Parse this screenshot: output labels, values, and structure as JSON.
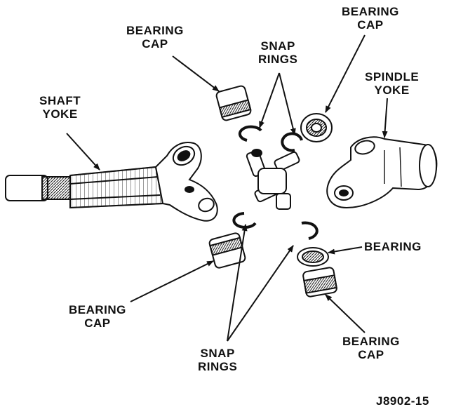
{
  "labels": {
    "bearing_cap_top_left": [
      "BEARING",
      "CAP"
    ],
    "bearing_cap_top_right": [
      "BEARING",
      "CAP"
    ],
    "snap_rings_top": [
      "SNAP",
      "RINGS"
    ],
    "shaft_yoke": [
      "SHAFT",
      "YOKE"
    ],
    "spindle_yoke": [
      "SPINDLE",
      "YOKE"
    ],
    "bearing": "BEARING",
    "bearing_cap_bottom_left": [
      "BEARING",
      "CAP"
    ],
    "bearing_cap_bottom_right": [
      "BEARING",
      "CAP"
    ],
    "snap_rings_bottom": [
      "SNAP",
      "RINGS"
    ]
  },
  "figure_number": "J8902-15"
}
